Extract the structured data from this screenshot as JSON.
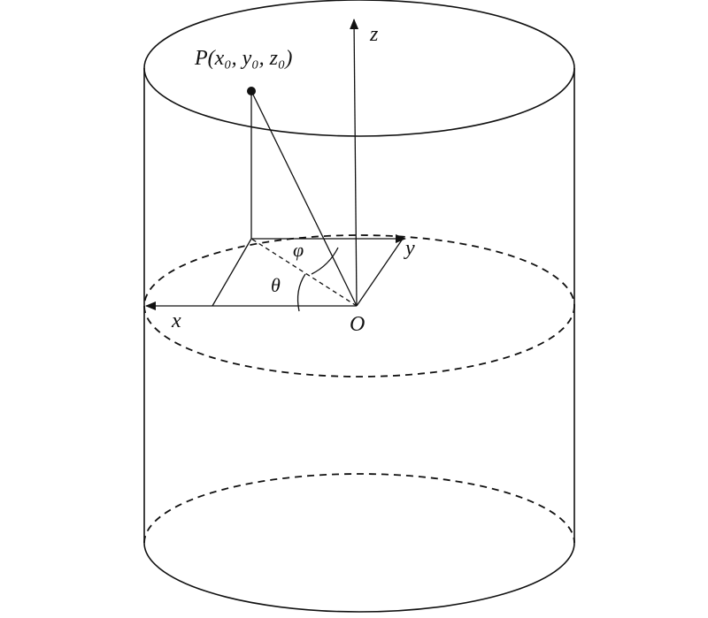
{
  "labels": {
    "point": "P(x₀, y₀, z₀)",
    "z_axis": "z",
    "y_axis": "y",
    "x_axis": "x",
    "origin": "O",
    "angle_phi": "φ",
    "angle_theta": "θ"
  }
}
